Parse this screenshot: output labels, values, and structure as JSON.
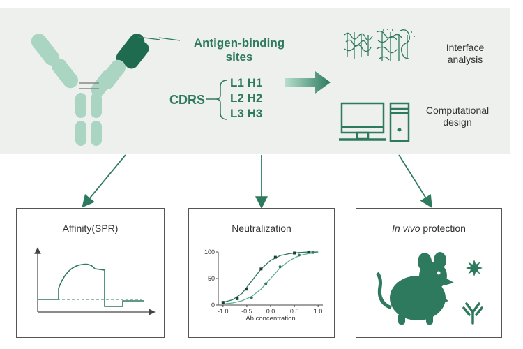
{
  "top": {
    "antigen_label_line1": "Antigen-binding",
    "antigen_label_line2": "sites",
    "cdrs_label": "CDRS",
    "cdr_rows": [
      "L1  H1",
      "L2  H2",
      "L3  H3"
    ],
    "interface_line1": "Interface",
    "interface_line2": "analysis",
    "computational_line1": "Computational",
    "computational_line2": "design"
  },
  "cards": {
    "affinity_title": "Affinity(SPR)",
    "neutralization_title": "Neutralization",
    "invivo_title_italic": "In vivo",
    "invivo_title_rest": " protection"
  },
  "chart_data": {
    "type": "line",
    "xlabel": "Ab concentration",
    "ylabel": "",
    "x_ticks": [
      "-1.0",
      "-0.5",
      "0.0",
      "0.5",
      "1.0"
    ],
    "y_ticks": [
      "0",
      "50",
      "100"
    ],
    "xlim": [
      -1.1,
      1.1
    ],
    "ylim": [
      0,
      100
    ],
    "series": [
      {
        "x": [
          -1.0,
          -0.8,
          -0.6,
          -0.4,
          -0.2,
          0.0,
          0.2,
          0.4,
          0.6,
          0.8,
          1.0
        ],
        "values": [
          5,
          10,
          22,
          45,
          68,
          84,
          93,
          97,
          99,
          100,
          100
        ]
      },
      {
        "x": [
          -1.0,
          -0.8,
          -0.6,
          -0.4,
          -0.2,
          0.0,
          0.2,
          0.4,
          0.6,
          0.8,
          1.0
        ],
        "values": [
          2,
          4,
          8,
          16,
          30,
          50,
          70,
          84,
          93,
          97,
          99
        ]
      }
    ],
    "markers_dark": [
      [
        -1.0,
        5
      ],
      [
        -0.7,
        12
      ],
      [
        -0.5,
        30
      ],
      [
        -0.2,
        68
      ],
      [
        0.1,
        90
      ],
      [
        0.5,
        98
      ],
      [
        0.8,
        100
      ]
    ],
    "markers_light": [
      [
        -0.4,
        14
      ],
      [
        -0.1,
        40
      ],
      [
        0.2,
        72
      ],
      [
        0.6,
        94
      ],
      [
        0.9,
        99
      ]
    ]
  },
  "colors": {
    "primary": "#2d7a5e",
    "light": "#a9d5c2",
    "panel": "#eef0ee",
    "border": "#555555"
  }
}
